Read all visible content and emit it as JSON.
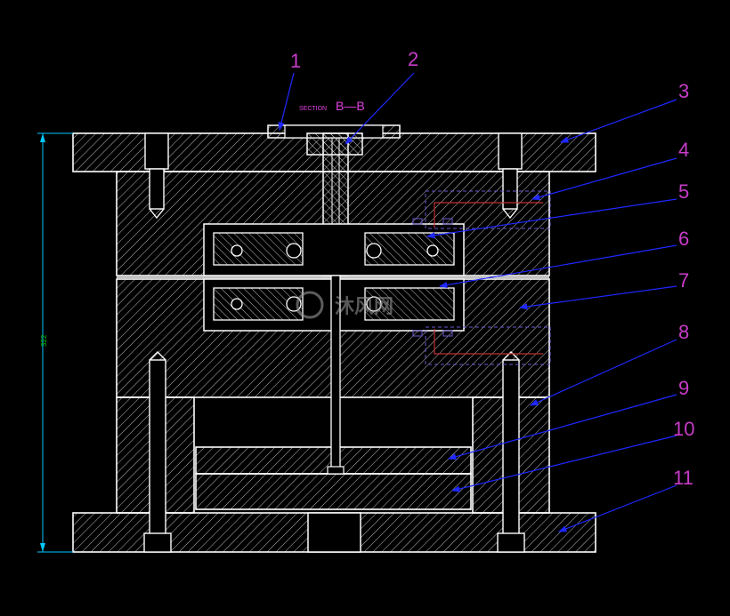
{
  "drawing": {
    "section_prefix": "SECTION",
    "section_label": "B—B",
    "dimension_value": "322",
    "watermark_text": "沐风网",
    "callouts": [
      "1",
      "2",
      "3",
      "4",
      "5",
      "6",
      "7",
      "8",
      "9",
      "10",
      "11"
    ]
  },
  "colors": {
    "background": "#000000",
    "outline": "#ffffff",
    "hatch": "#d8d8d8",
    "callout_text": "#c83cc8",
    "leader_line": "#1e28ff",
    "dimension": "#00c8ff",
    "dimension_text": "#00c800",
    "cooling_line": "#c03030"
  }
}
